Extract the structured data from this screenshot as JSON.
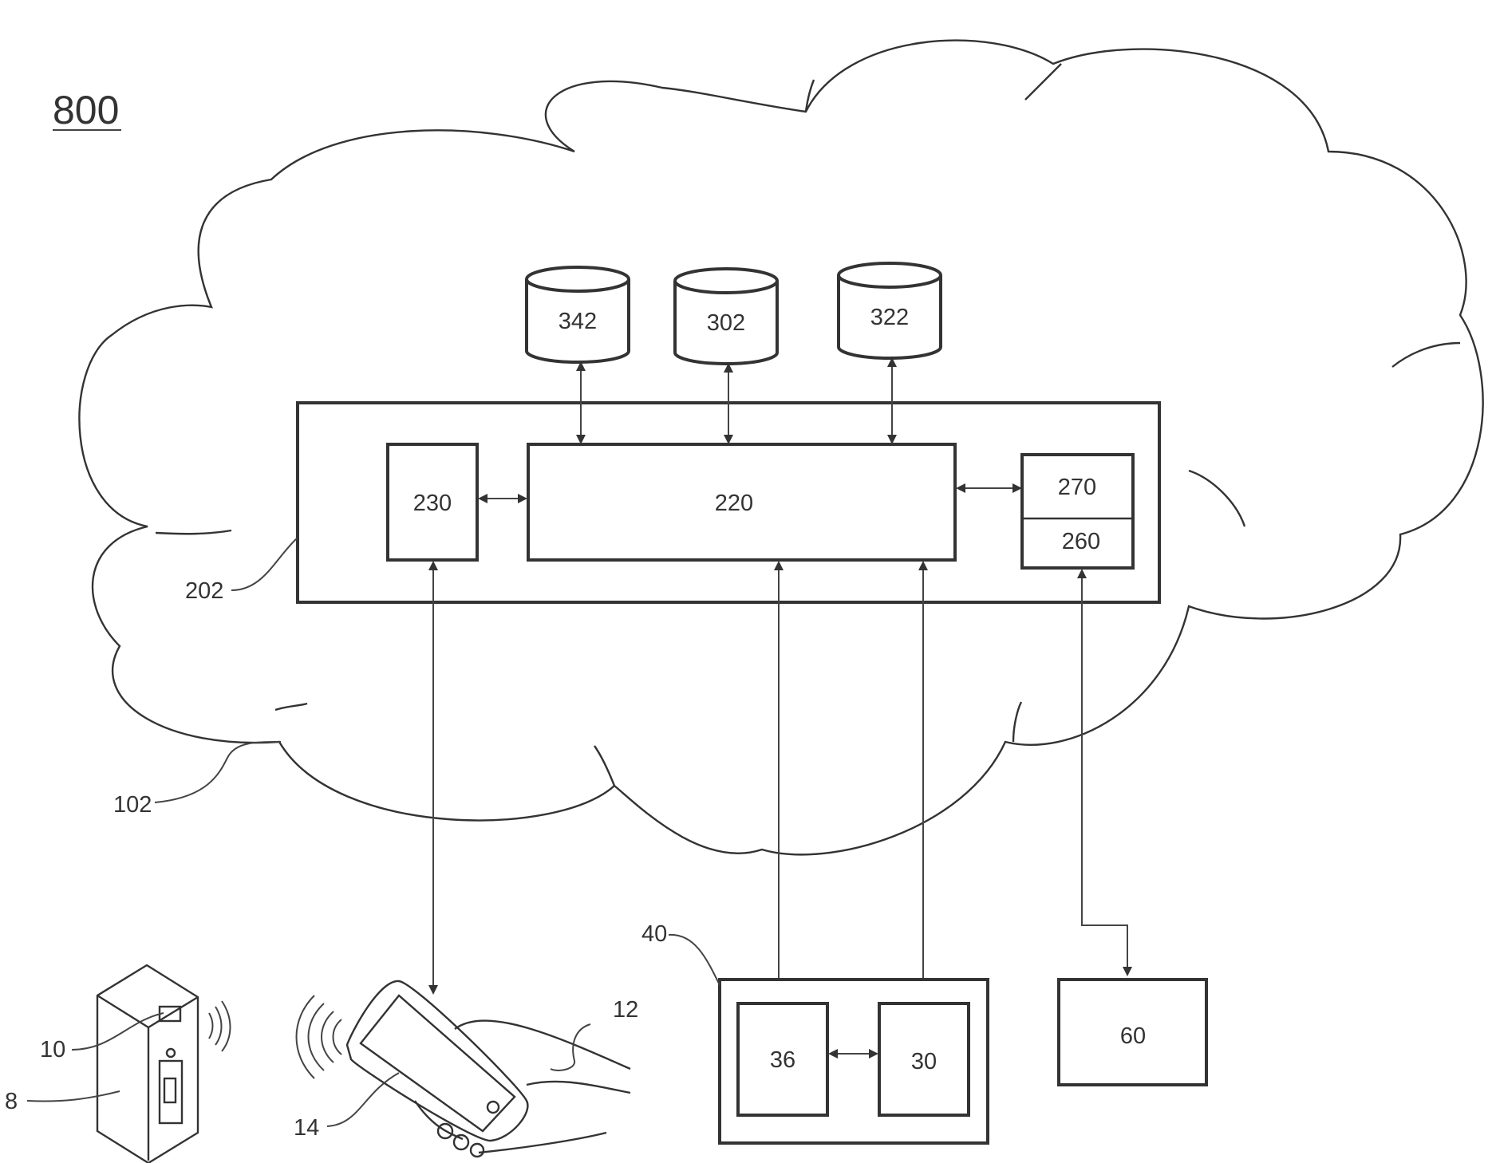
{
  "figure": {
    "number": "800"
  },
  "labels": {
    "network": "102",
    "server": "202",
    "block_main": "220",
    "block_left": "230",
    "block_right_top": "270",
    "block_right_bottom": "260",
    "db_left": "342",
    "db_middle": "302",
    "db_right": "322",
    "group_box": "40",
    "group_left": "36",
    "group_right": "30",
    "external_box": "60",
    "container": "8",
    "tag": "10",
    "hand": "12",
    "phone": "14"
  },
  "colors": {
    "line": "#333333",
    "background": "#ffffff"
  }
}
